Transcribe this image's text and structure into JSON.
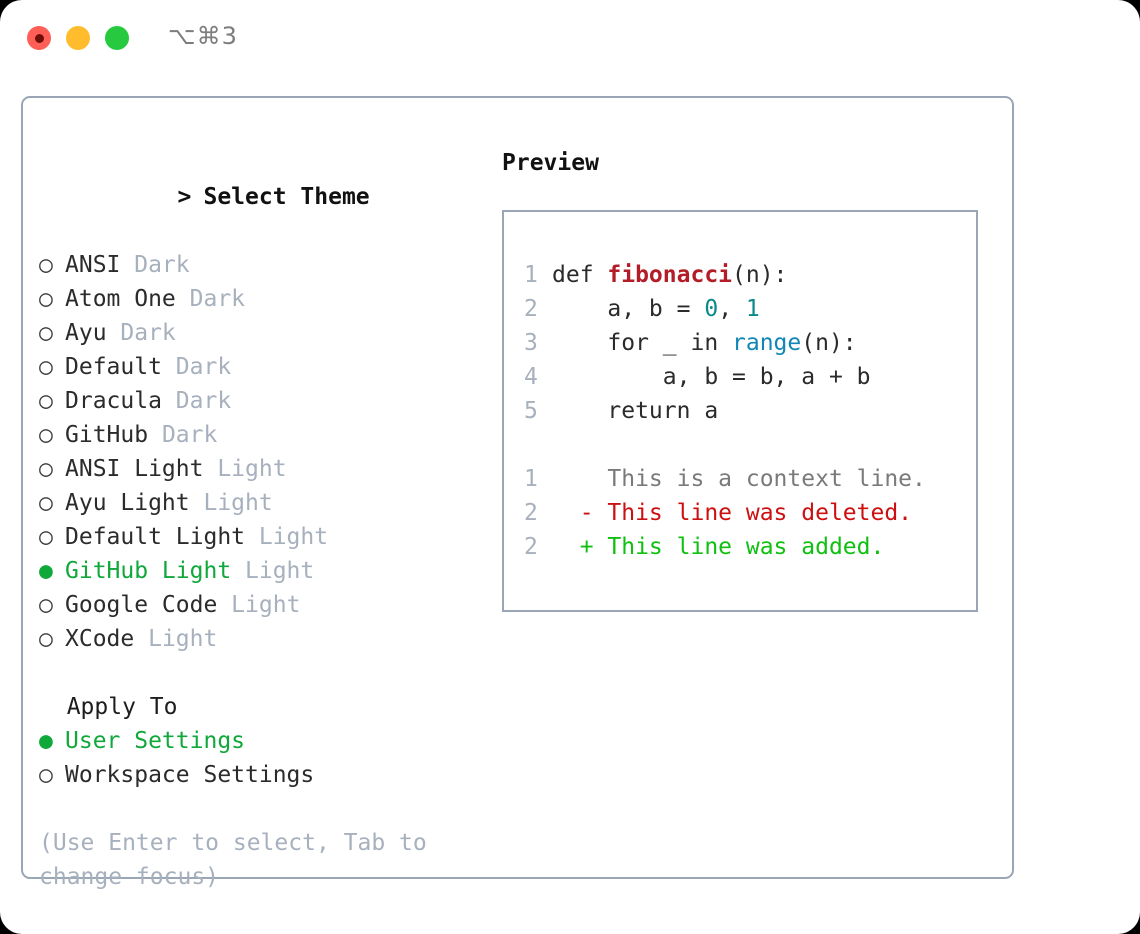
{
  "window": {
    "shortcut": "⌥⌘3",
    "traffic_lights": [
      {
        "name": "close",
        "color": "#ff5f56"
      },
      {
        "name": "minimize",
        "color": "#ffbd2e"
      },
      {
        "name": "maximize",
        "color": "#27c93f"
      }
    ],
    "border_color": "#9aa6b6"
  },
  "theme_picker": {
    "prompt": "> ",
    "title": "Select Theme",
    "marker_selected": "● ",
    "marker_unselected": "○ ",
    "items": [
      {
        "name": "ANSI",
        "tag": "Dark",
        "selected": false
      },
      {
        "name": "Atom One",
        "tag": "Dark",
        "selected": false
      },
      {
        "name": "Ayu",
        "tag": "Dark",
        "selected": false
      },
      {
        "name": "Default",
        "tag": "Dark",
        "selected": false
      },
      {
        "name": "Dracula",
        "tag": "Dark",
        "selected": false
      },
      {
        "name": "GitHub",
        "tag": "Dark",
        "selected": false
      },
      {
        "name": "ANSI Light",
        "tag": "Light",
        "selected": false
      },
      {
        "name": "Ayu Light",
        "tag": "Light",
        "selected": false
      },
      {
        "name": "Default Light",
        "tag": "Light",
        "selected": false
      },
      {
        "name": "GitHub Light",
        "tag": "Light",
        "selected": true
      },
      {
        "name": "Google Code",
        "tag": "Light",
        "selected": false
      },
      {
        "name": "XCode",
        "tag": "Light",
        "selected": false
      }
    ]
  },
  "apply_to": {
    "label": "  Apply To",
    "options": [
      {
        "name": "User Settings",
        "selected": true
      },
      {
        "name": "Workspace Settings",
        "selected": false
      }
    ]
  },
  "hint": "(Use Enter to select, Tab to change focus)",
  "preview": {
    "title": "Preview",
    "code_lines": [
      {
        "num": "1",
        "tokens": [
          {
            "t": "def ",
            "k": "plain"
          },
          {
            "t": "fibonacci",
            "k": "fn"
          },
          {
            "t": "(n):",
            "k": "plain"
          }
        ]
      },
      {
        "num": "2",
        "tokens": [
          {
            "t": "    a, b = ",
            "k": "plain"
          },
          {
            "t": "0",
            "k": "num"
          },
          {
            "t": ", ",
            "k": "plain"
          },
          {
            "t": "1",
            "k": "num"
          }
        ]
      },
      {
        "num": "3",
        "tokens": [
          {
            "t": "    for _ in ",
            "k": "plain"
          },
          {
            "t": "range",
            "k": "call"
          },
          {
            "t": "(n):",
            "k": "plain"
          }
        ]
      },
      {
        "num": "4",
        "tokens": [
          {
            "t": "        a, b = b, a + b",
            "k": "plain"
          }
        ]
      },
      {
        "num": "5",
        "tokens": [
          {
            "t": "    return a",
            "k": "plain"
          }
        ]
      }
    ],
    "diff_lines": [
      {
        "num": "1",
        "sign": "  ",
        "text": "This is a context line.",
        "kind": "ctx"
      },
      {
        "num": "2",
        "sign": "- ",
        "text": "This line was deleted.",
        "kind": "del"
      },
      {
        "num": "2",
        "sign": "+ ",
        "text": "This line was added.",
        "kind": "add"
      }
    ]
  },
  "colors": {
    "accent_green": "#10a83a",
    "diff_add": "#10c010",
    "diff_del": "#cc1010",
    "muted": "#a7b0bd",
    "fn_red": "#b31d28",
    "num_teal": "#0a8b8b",
    "call_blue": "#1186b5"
  }
}
